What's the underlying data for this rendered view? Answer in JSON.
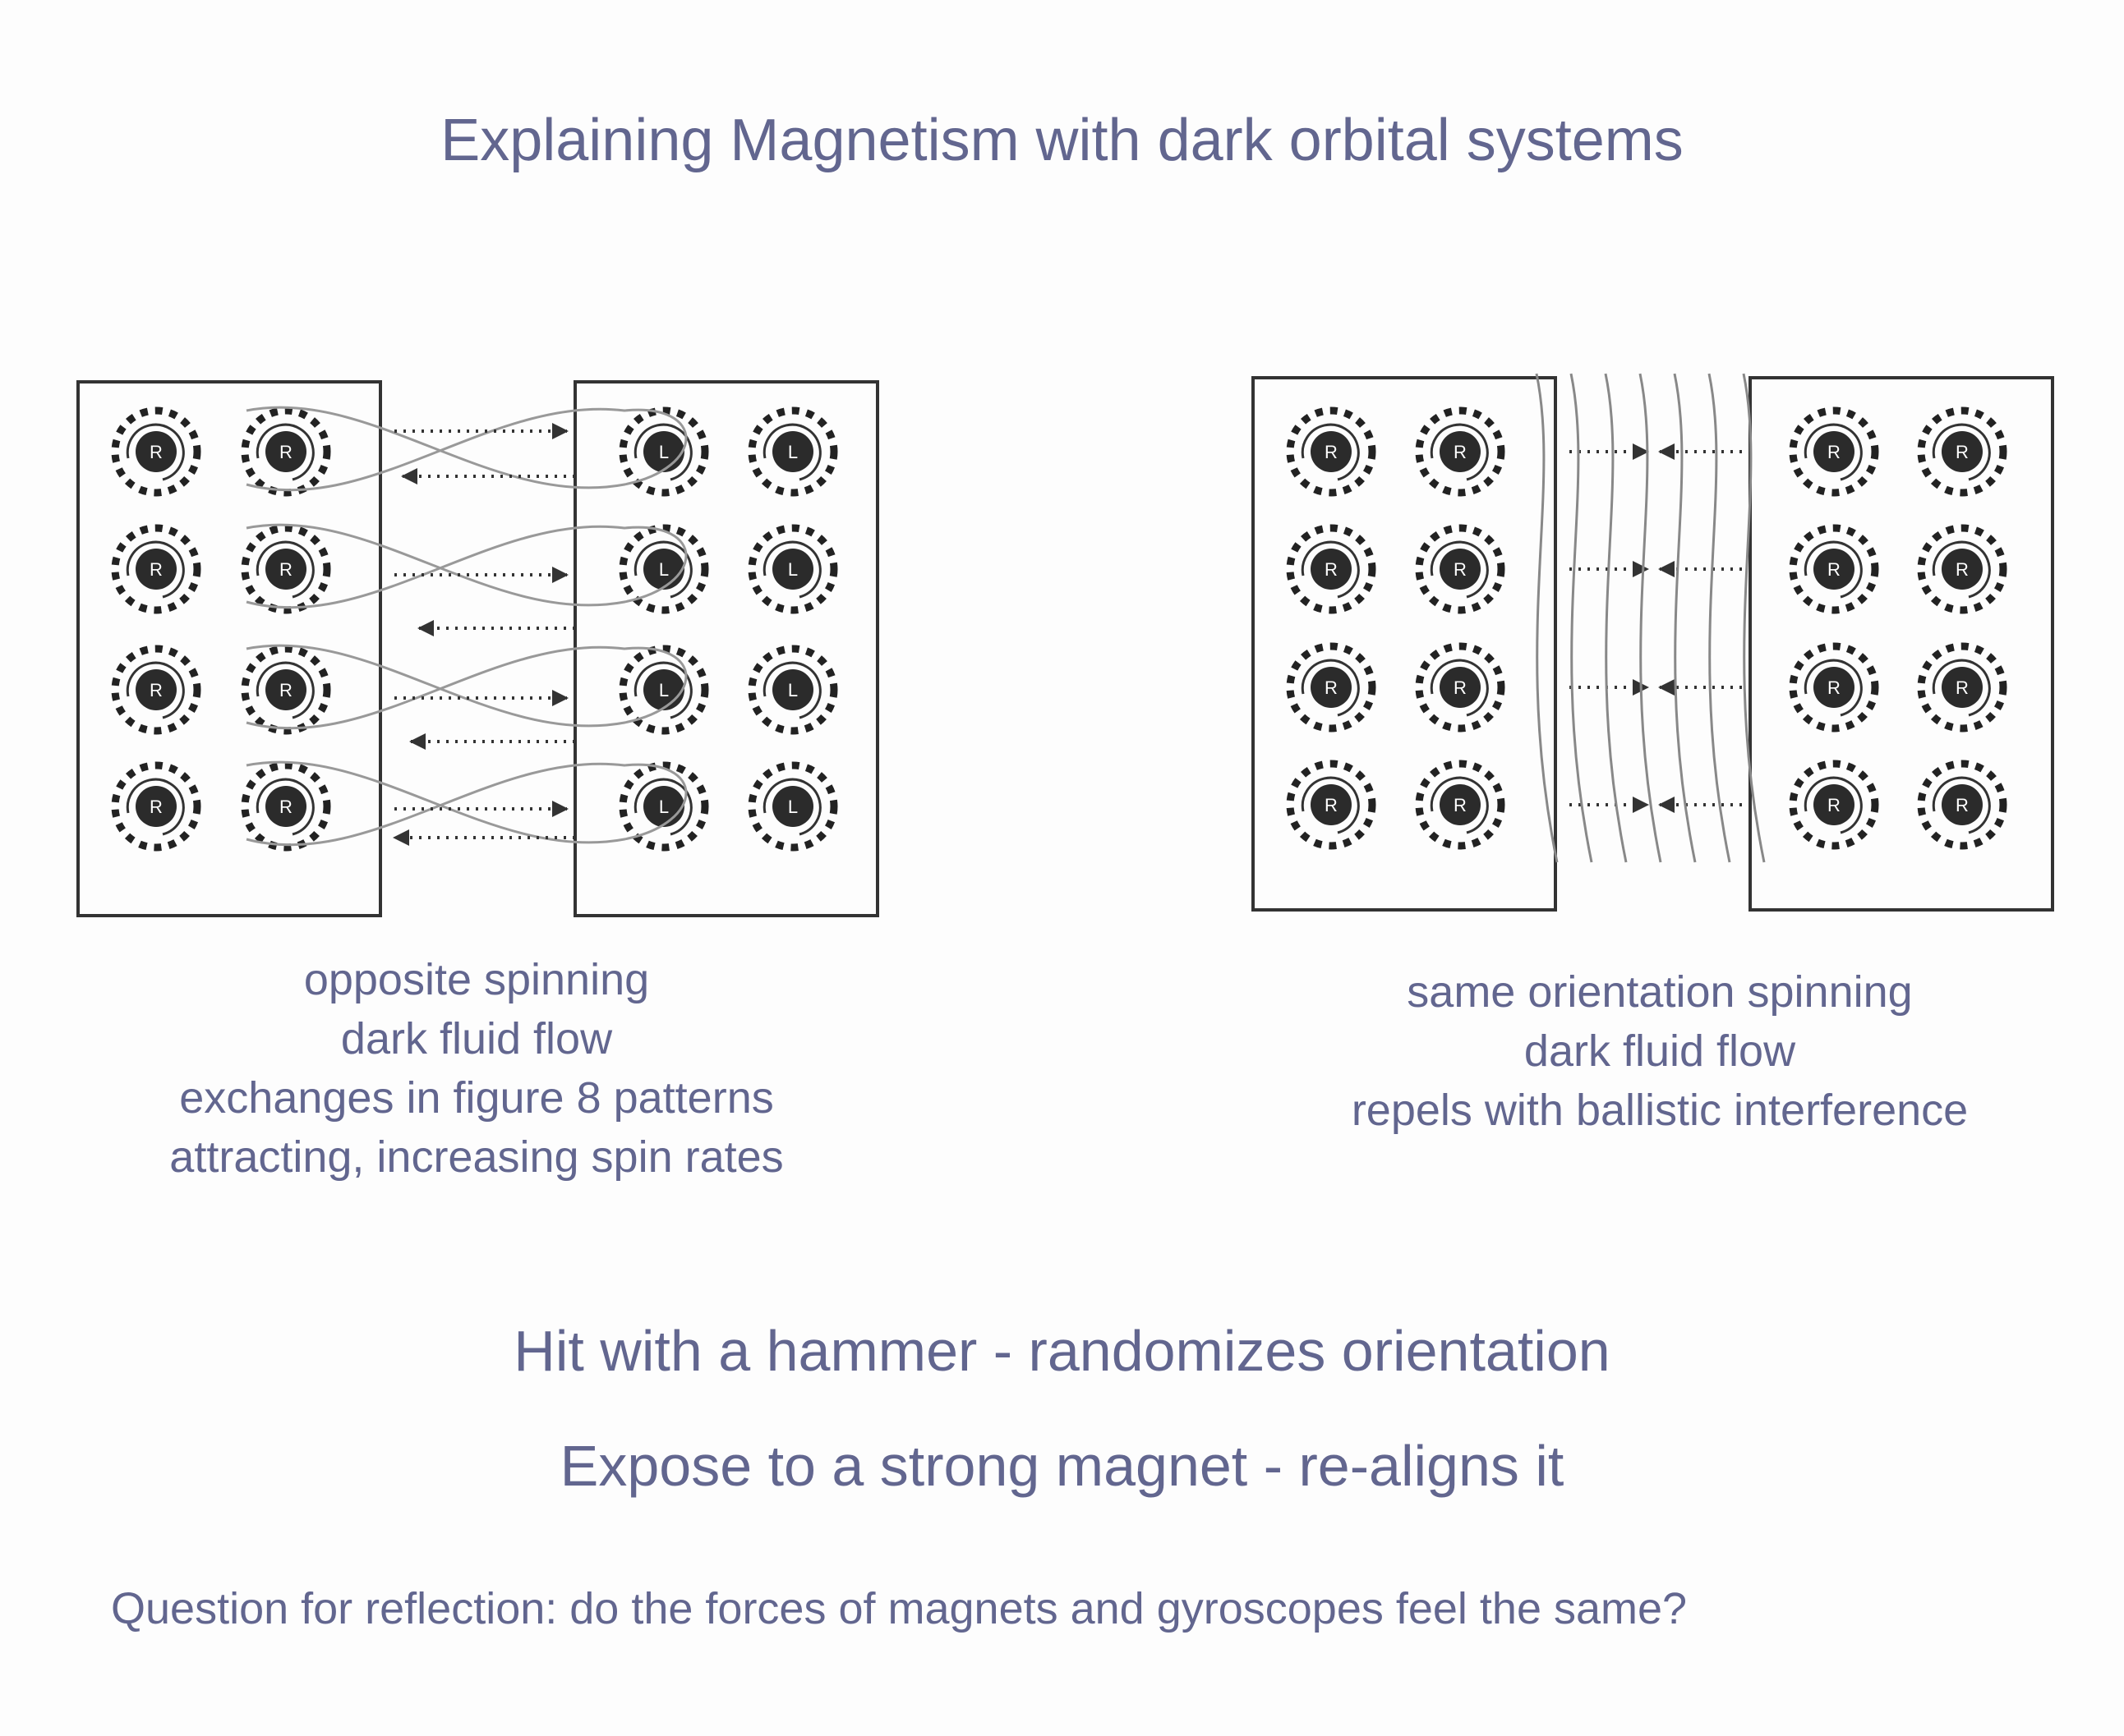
{
  "title": "Explaining Magnetism with dark orbital systems",
  "left_panel": {
    "caption": [
      "opposite spinning",
      "dark fluid flow",
      "exchanges in figure 8 patterns",
      "attracting, increasing spin rates"
    ],
    "left_block_label": "R",
    "right_block_label": "L"
  },
  "right_panel": {
    "caption": [
      "same orientation spinning",
      "dark fluid flow",
      "repels with ballistic interference"
    ],
    "left_block_label": "R",
    "right_block_label": "R"
  },
  "statements": [
    "Hit with a hammer - randomizes orientation",
    "Expose to a strong magnet - re-aligns it"
  ],
  "question": "Question for reflection: do the forces of magnets and gyroscopes feel the same?"
}
